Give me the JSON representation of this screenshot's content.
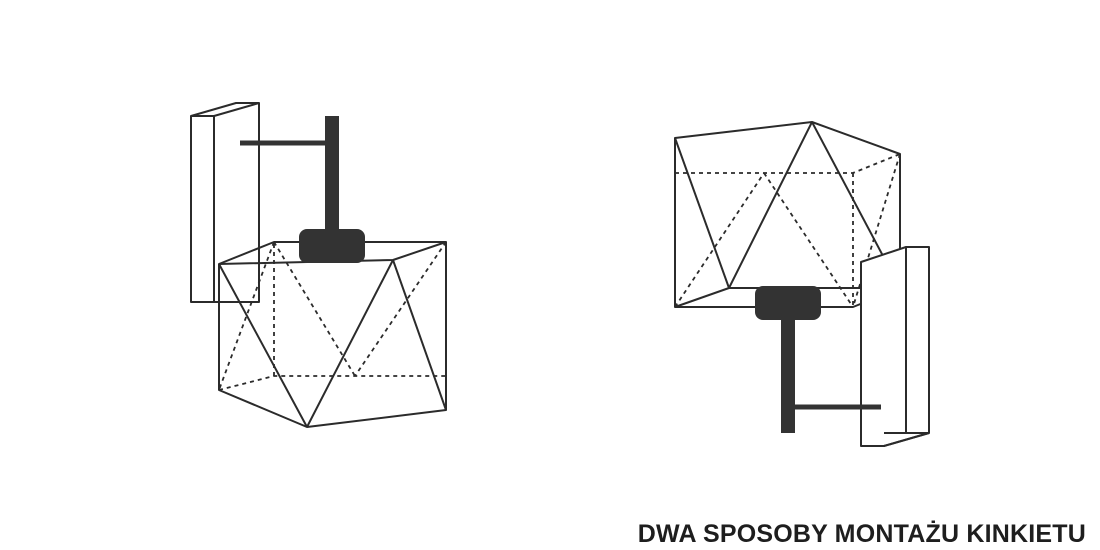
{
  "caption": "DWA SPOSOBY MONTAŻU KINKIETU",
  "colors": {
    "line": "#2b2b2b",
    "fill_dark": "#333333",
    "background": "#ffffff"
  },
  "variants": [
    {
      "orientation": "shade-down"
    },
    {
      "orientation": "shade-up"
    }
  ]
}
